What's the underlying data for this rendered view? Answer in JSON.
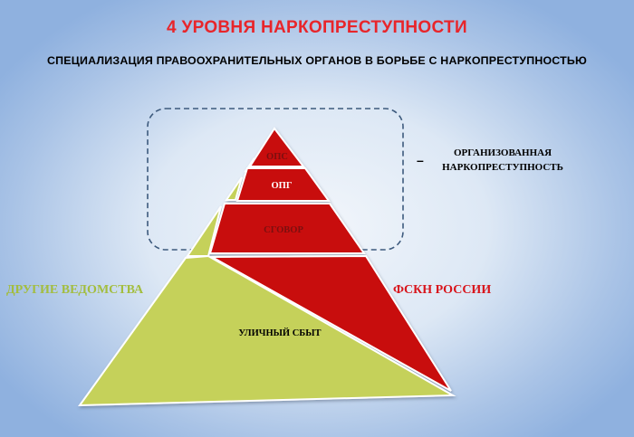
{
  "header": {
    "title": "4 УРОВНЯ НАРКОПРЕСТУПНОСТИ",
    "subtitle": "СПЕЦИАЛИЗАЦИЯ ПРАВООХРАНИТЕЛЬНЫХ ОРГАНОВ В БОРЬБЕ С НАРКОПРЕСТУПНОСТЬЮ"
  },
  "pyramid": {
    "levels": [
      "ОПС",
      "ОПГ",
      "СГОВОР",
      "УЛИЧНЫЙ СБЫТ"
    ],
    "left_label": "ДРУГИЕ ВЕДОМСТВА",
    "right_label": "ФСКН РОССИИ"
  },
  "bracket": {
    "dash": "–",
    "label_line1": "ОРГАНИЗОВАННАЯ",
    "label_line2": "НАРКОПРЕСТУПНОСТЬ"
  },
  "colors": {
    "title": "#e8252a",
    "red": "#c8080e",
    "green": "#c5d15a",
    "left_label": "#a3bd3e",
    "right_label": "#d8141b",
    "dash_box": "#3d5a7d"
  }
}
